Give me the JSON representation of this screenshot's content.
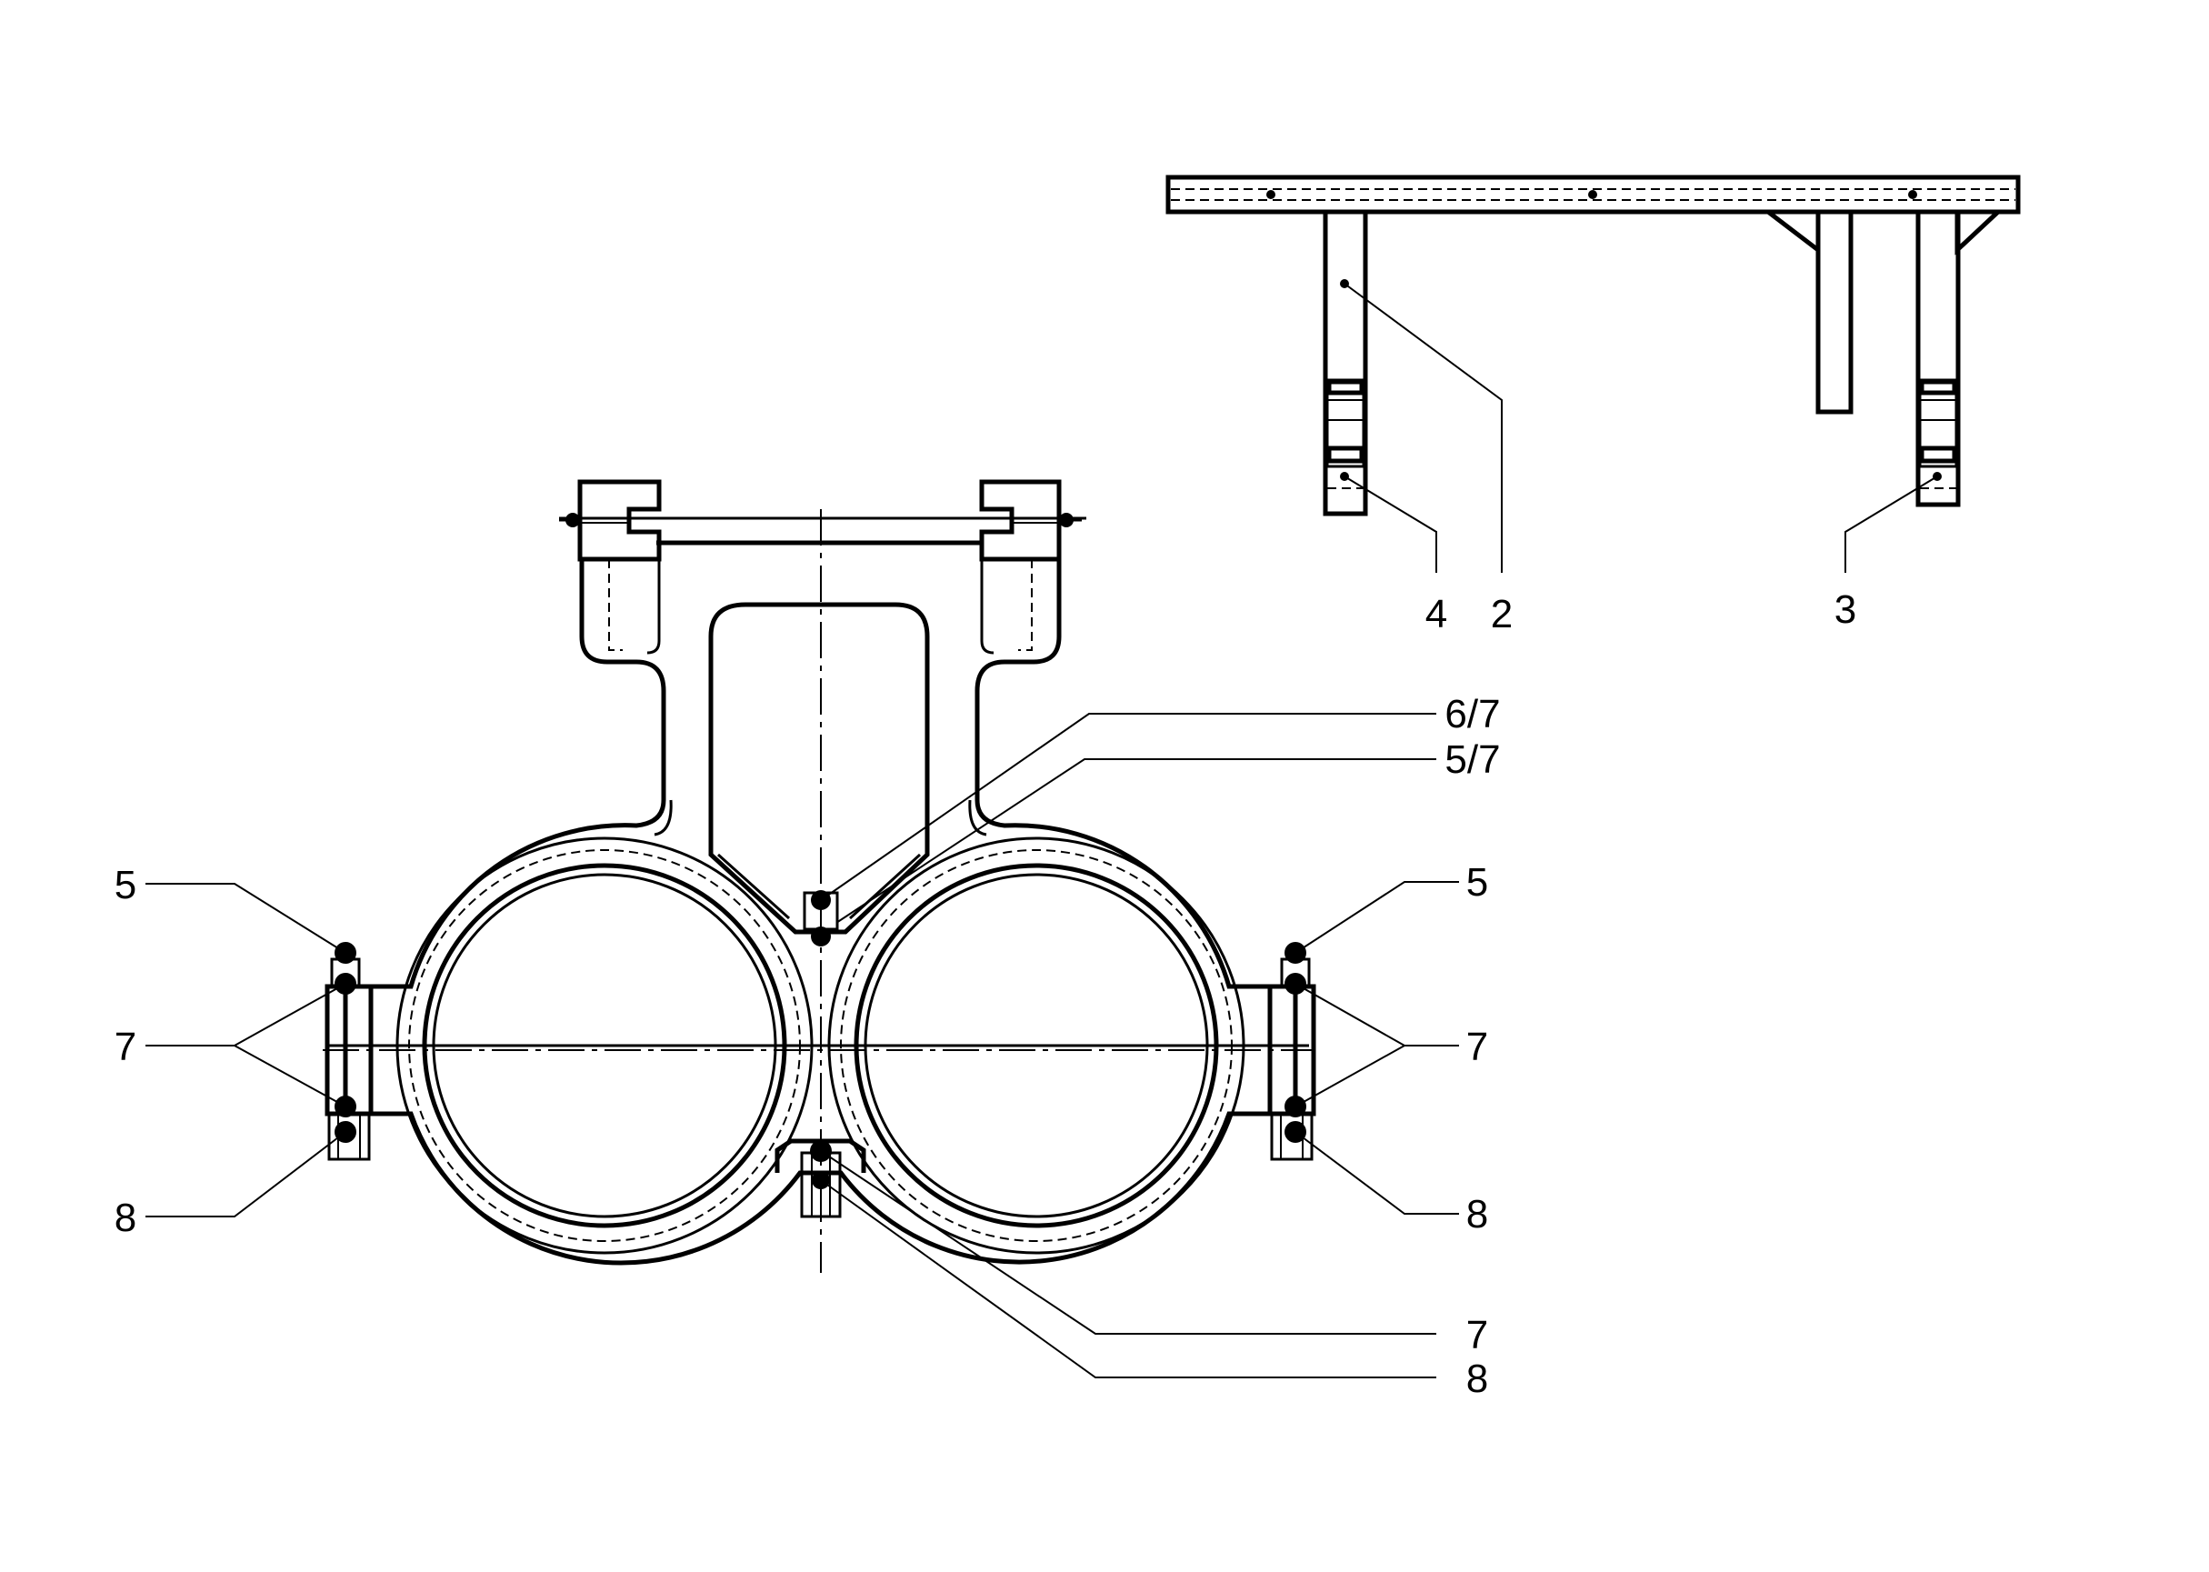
{
  "callouts": {
    "top_view": {
      "c4": "4",
      "c2": "2",
      "c3": "3"
    },
    "main_view": {
      "c67": "6/7",
      "c57": "5/7",
      "c5_left": "5",
      "c5_right": "5",
      "c7_left": "7",
      "c7_right": "7",
      "c8_left": "8",
      "c8_right": "8",
      "c7_bottom": "7",
      "c8_bottom": "8"
    }
  }
}
